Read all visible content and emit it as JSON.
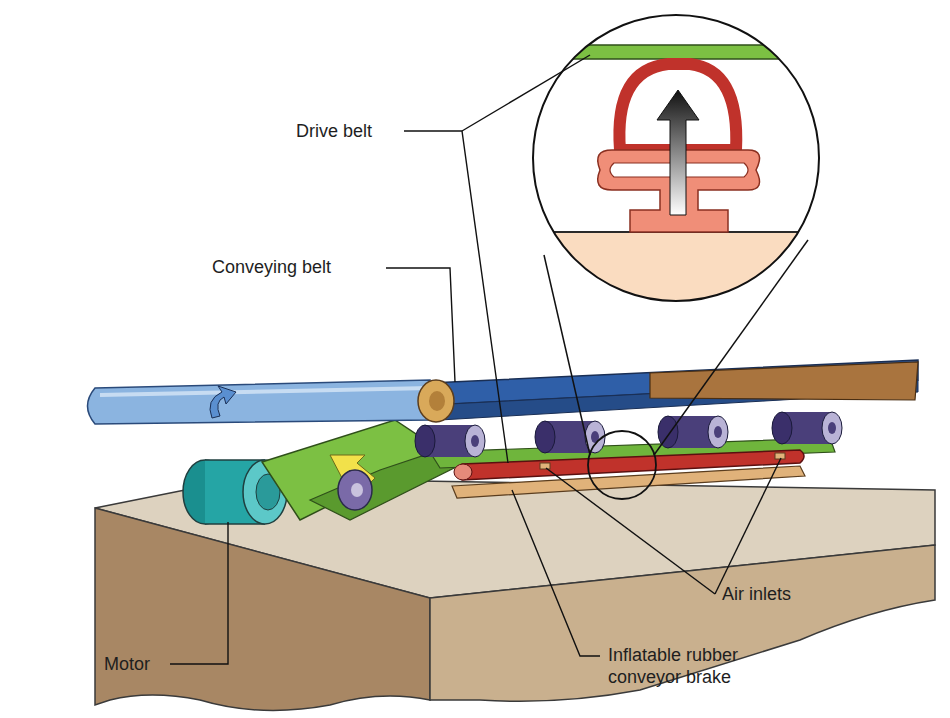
{
  "diagram": {
    "labels": [
      "Drive belt",
      "Conveying belt",
      "Air inlets",
      "Motor",
      "Inflatable rubber conveyor brake"
    ]
  }
}
